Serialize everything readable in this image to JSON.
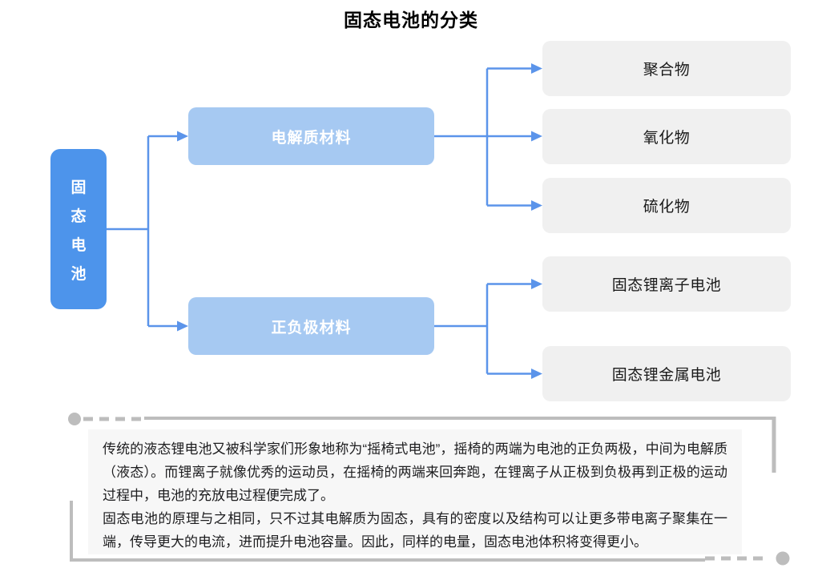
{
  "title": "固态电池的分类",
  "colors": {
    "root_box": "#4D94EB",
    "branch_box": "#A6C9F2",
    "leaf_box": "#F0F0F0",
    "connector": "#5B94EA",
    "note_background": "#F7F7F7",
    "note_border_decoration": "#BDBDBD",
    "title_text": "#000000"
  },
  "tree": {
    "root": {
      "label": "固态电池",
      "chars": [
        "固",
        "态",
        "电",
        "池"
      ]
    },
    "branches": [
      {
        "label": "电解质材料",
        "children": [
          "聚合物",
          "氧化物",
          "硫化物"
        ]
      },
      {
        "label": "正负极材料",
        "children": [
          "固态锂离子电池",
          "固态锂金属电池"
        ]
      }
    ]
  },
  "note": {
    "paragraphs": [
      "传统的液态锂电池又被科学家们形象地称为“摇椅式电池”，摇椅的两端为电池的正负两极，中间为电解质（液态）。而锂离子就像优秀的运动员，在摇椅的两端来回奔跑，在锂离子从正极到负极再到正极的运动过程中，电池的充放电过程便完成了。",
      "固态电池的原理与之相同，只不过其电解质为固态，具有的密度以及结构可以让更多带电离子聚集在一端，传导更大的电流，进而提升电池容量。因此，同样的电量，固态电池体积将变得更小。"
    ]
  }
}
